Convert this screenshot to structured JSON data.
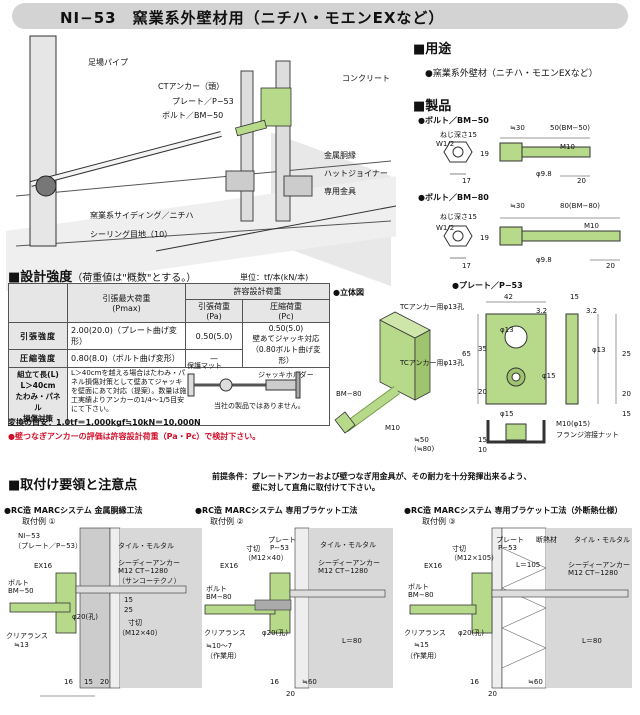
{
  "title": "NI−53　窯業系外壁材用（ニチハ・モエンEXなど）",
  "usage": {
    "heading": "用途",
    "text": "●窯業系外壁材（ニチハ・モエンEXなど）"
  },
  "products": {
    "heading": "製品",
    "bolt50": {
      "name": "●ボルト／BM−50",
      "labels": [
        "ねじ深さ15",
        "W1/2",
        "≒30",
        "50(BM−50)",
        "M10",
        "19",
        "17",
        "φ9.8",
        "20"
      ]
    },
    "bolt80": {
      "name": "●ボルト／BM−80",
      "labels": [
        "ねじ深さ15",
        "W1/2",
        "≒30",
        "80(BM−80)",
        "M10",
        "19",
        "17",
        "φ9.8",
        "20"
      ]
    },
    "plate": {
      "name": "●プレート／P−53",
      "labels": [
        "42",
        "15",
        "TCアンカー用φ13孔",
        "3.2",
        "3.2",
        "φ13",
        "65",
        "35",
        "20",
        "25",
        "φ13",
        "φ15",
        "φ15",
        "M10(φ15)",
        "フランジ溶接ナット",
        "20",
        "15",
        "15",
        "10"
      ]
    }
  },
  "illustration": {
    "labels": [
      "足場パイプ",
      "CTアンカー（頭）",
      "プレート／P−53",
      "ボルト／BM−50",
      "コンクリート",
      "金属胴縁",
      "ハットジョイナー",
      "専用金具",
      "窯業系サイディング／ニチハ",
      "シーリング目地（10）"
    ]
  },
  "strength": {
    "heading": "設計強度",
    "subheading": "（荷重値は\"概数\"とする。）",
    "unit": "単位：tf/本(kN/本)",
    "table": {
      "col_allow": "許容設計荷重",
      "col_pmax": "引張最大荷重\n(Pmax)",
      "col_pa": "引張荷重\n(Pa)",
      "col_pc": "圧縮荷重\n(Pc)",
      "row_tension": "引張強度",
      "tension_pmax": "2.00(20.0)（プレート曲げ変形）",
      "tension_pa": "0.50(5.0)",
      "tension_pc": "0.50(5.0)\n壁あてジャッキ対応\n（0.80ボルト曲げ変形）",
      "row_compression": "圧縮強度",
      "compression_pmax": "0.80(8.0)（ボルト曲げ変形）",
      "compression_pa": "—",
      "row_combo": "組立て長(L)\nL＞40cm\nたわみ・パネル\n損傷対策",
      "combo_text": "L＞40cmを越える場合はたわみ・パネル損傷対策として壁あてジャッキを壁面にあて対応（提案）。数量は施工実績よりアンカーの1/4〜1/5目安にて下さい。",
      "combo_labels": [
        "保護マット",
        "ジャッキホルダー",
        "当社の製品ではありません。"
      ]
    },
    "conversion": "変換の目安：1.0tf＝1,000kgf≒10kN＝10,000N",
    "warning": "●壁つなぎアンカーの評価は許容設計荷重（Pa・Pc）で検討下さい。"
  },
  "solid_view": {
    "heading": "●立体図",
    "labels": [
      "TCアンカー用φ13孔",
      "BM−80",
      "M10",
      "≒50",
      "(≒80)"
    ]
  },
  "install": {
    "heading": "取付け要領と注意点",
    "premise": "前提条件：プレートアンカーおよび壁つなぎ用金具が、その耐力を十分発揮出来るよう、\n　　　　　壁に対して直角に取付けて下さい。",
    "ex1": {
      "title": "●RC造 MARCシステム 金属胴縁工法",
      "sub": "取付例 ①",
      "labels": [
        "NI−53",
        "（プレート／P−53）",
        "タイル・モルタル",
        "EX16",
        "ボルト",
        "BM−50",
        "φ20(孔)",
        "シーディーアンカー",
        "M12 CT−1280",
        "（サンコーテクノ）",
        "寸切",
        "（M12×40）",
        "クリアランス",
        "≒13",
        "15",
        "25",
        "16",
        "15",
        "20"
      ]
    },
    "ex2": {
      "title": "●RC造 MARCシステム 専用ブラケット工法",
      "sub": "取付例 ②",
      "labels": [
        "寸切",
        "（M12×40）",
        "プレート",
        "P−53",
        "タイル・モルタル",
        "EX16",
        "ボルト",
        "BM−80",
        "シーディーアンカー",
        "M12 CT−1280",
        "クリアランス",
        "≒10〜7",
        "（作業用）",
        "φ20(孔)",
        "L＝80",
        "16",
        "≒60",
        "20"
      ]
    },
    "ex3": {
      "title": "●RC造 MARCシステム 専用ブラケット工法（外断熱仕様）",
      "sub": "取付例 ③",
      "labels": [
        "寸切",
        "（M12×105）",
        "プレート",
        "P−53",
        "断熱材",
        "タイル・モルタル",
        "EX16",
        "ボルト",
        "BM−80",
        "L＝105",
        "シーディーアンカー",
        "M12 CT−1280",
        "クリアランス",
        "≒15",
        "（作業用）",
        "φ20(孔)",
        "L＝80",
        "16",
        "≒60",
        "20"
      ]
    }
  }
}
